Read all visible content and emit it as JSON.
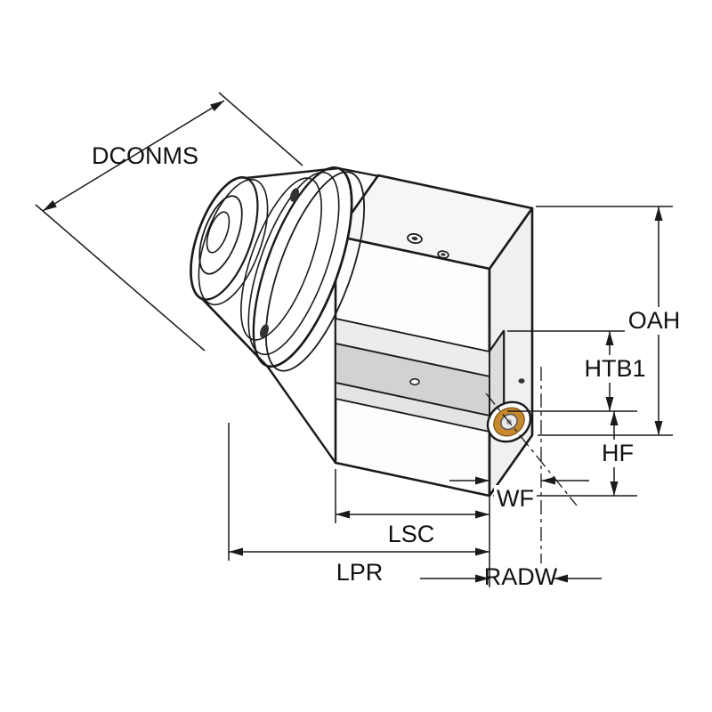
{
  "diagram": {
    "type": "isometric-technical-drawing",
    "subject": "square-shank-turning-tool-holder-with-spindle-coupling",
    "labels": {
      "dconms": "DCONMS",
      "oah": "OAH",
      "htb1": "HTB1",
      "hf": "HF",
      "wf": "WF",
      "lsc": "LSC",
      "lpr": "LPR",
      "radw": "RADW"
    },
    "colors": {
      "line": "#1a1a1a",
      "plate": "#d2d2d2",
      "screw_ring": "#c8882e",
      "background": "#ffffff"
    }
  }
}
